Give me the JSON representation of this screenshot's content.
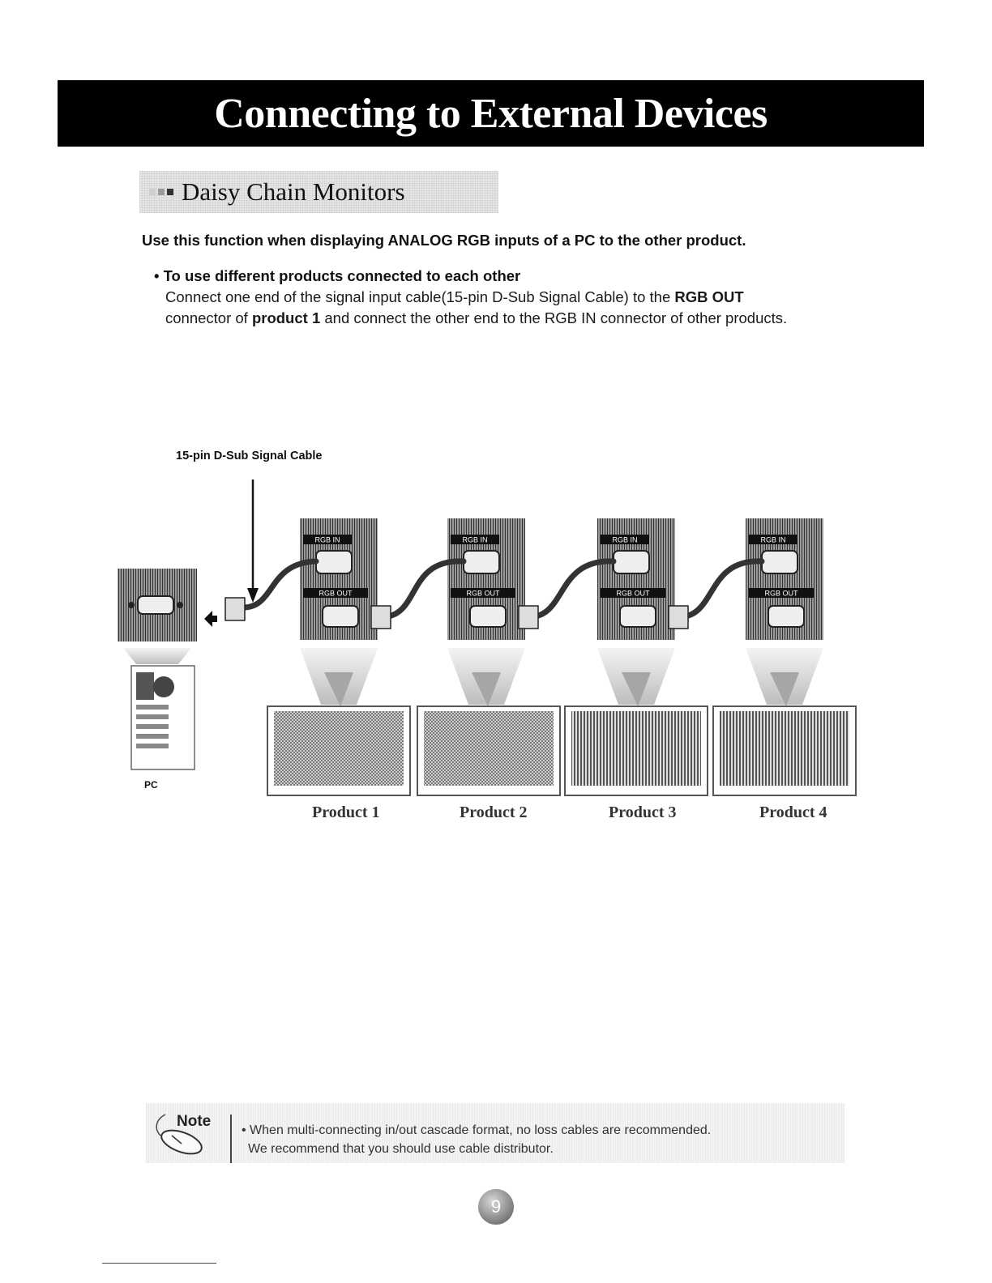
{
  "header": {
    "title": "Connecting to External Devices"
  },
  "section": {
    "title": "Daisy Chain Monitors"
  },
  "intro": "Use this function when displaying ANALOG RGB inputs of a PC to the other product.",
  "subsection": {
    "title": "• To use different products connected to each other",
    "body_1": "Connect one end of the signal input cable(15-pin D-Sub Signal Cable) to the ",
    "body_bold_1": "RGB OUT",
    "body_2": " connector of ",
    "body_bold_2": "product 1",
    "body_3": " and connect the other end to the RGB IN connector of other products."
  },
  "diagram": {
    "cable_label": "15-pin D-Sub Signal Cable",
    "pc_label": "PC",
    "port_in_label": "RGB IN",
    "port_out_label": "RGB OUT",
    "products": [
      "Product 1",
      "Product 2",
      "Product 3",
      "Product 4"
    ]
  },
  "note": {
    "label": "Note",
    "line_1": "• When multi-connecting in/out cascade format, no loss cables are recommended.",
    "line_2": "We recommend that you should use cable distributor."
  },
  "page": {
    "number": "9"
  }
}
